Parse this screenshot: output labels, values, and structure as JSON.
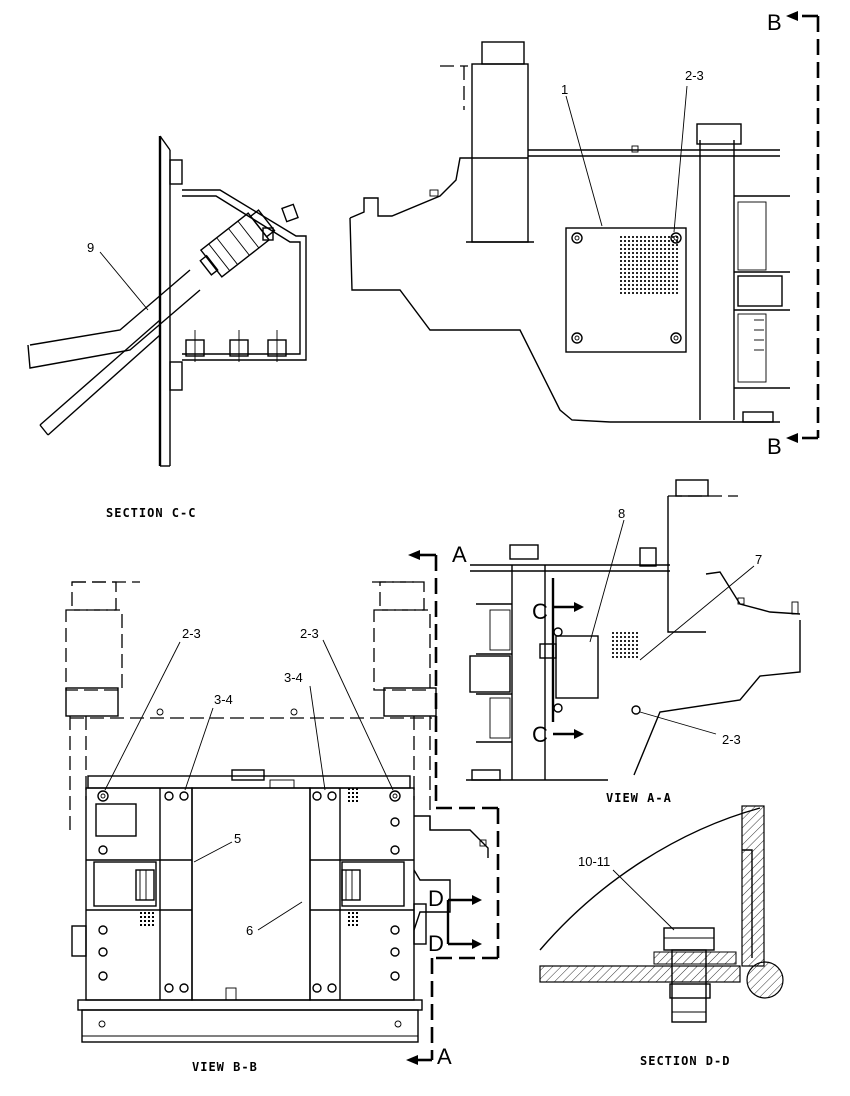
{
  "captions": {
    "section_cc": "SECTION C-C",
    "view_aa": "VIEW A-A",
    "view_bb": "VIEW B-B",
    "section_dd": "SECTION D-D"
  },
  "callouts": {
    "c1": "1",
    "c23_top": "2-3",
    "c9": "9",
    "c8": "8",
    "c7": "7",
    "c23_aa": "2-3",
    "c23_bb_left": "2-3",
    "c23_bb_right": "2-3",
    "c34_left": "3-4",
    "c34_right": "3-4",
    "c5": "5",
    "c6": "6",
    "c1011": "10-11"
  },
  "section_marks": {
    "b_top": "B",
    "b_bottom": "B",
    "a_top": "A",
    "a_bottom": "A",
    "c_top": "C",
    "c_bottom": "C",
    "d_top": "D",
    "d_bottom": "D"
  }
}
